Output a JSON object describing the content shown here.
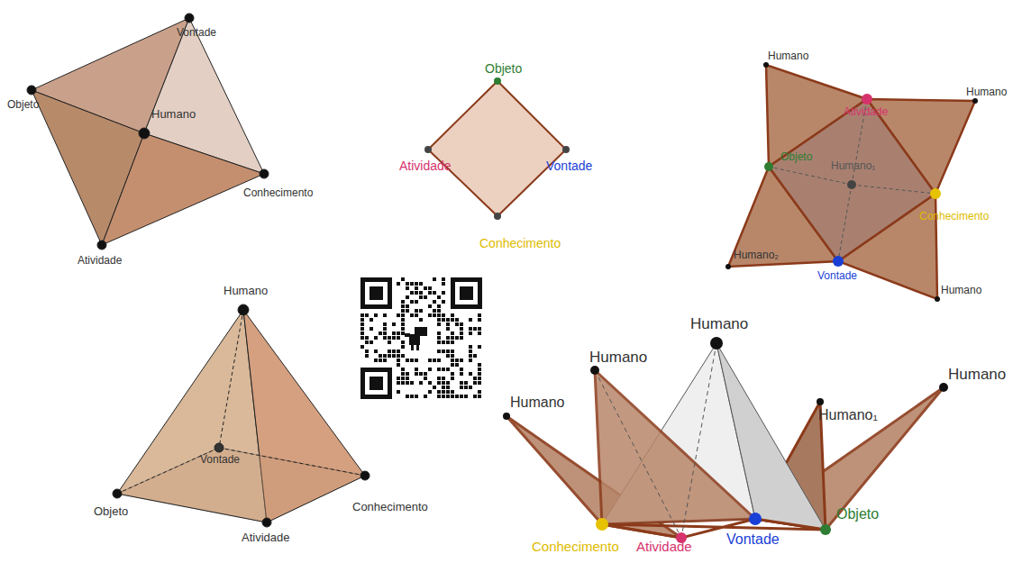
{
  "diagram": {
    "labels": [
      "Vontade",
      "Objeto",
      "Humano",
      "Conhecimento",
      "Atividade",
      "Objeto",
      "Atividade",
      "Vontade",
      "Conhecimento",
      "Humano",
      "Humano",
      "Atividade",
      "Objeto",
      "Humano₁",
      "Conhecimento",
      "Humano₂",
      "Vontade",
      "Humano",
      "Humano",
      "Vontade",
      "Objeto",
      "Atividade",
      "Conhecimento",
      "Humano",
      "Humano",
      "Humano",
      "Humano",
      "Humano₁",
      "Objeto",
      "Vontade",
      "Conhecimento",
      "Atividade"
    ]
  }
}
